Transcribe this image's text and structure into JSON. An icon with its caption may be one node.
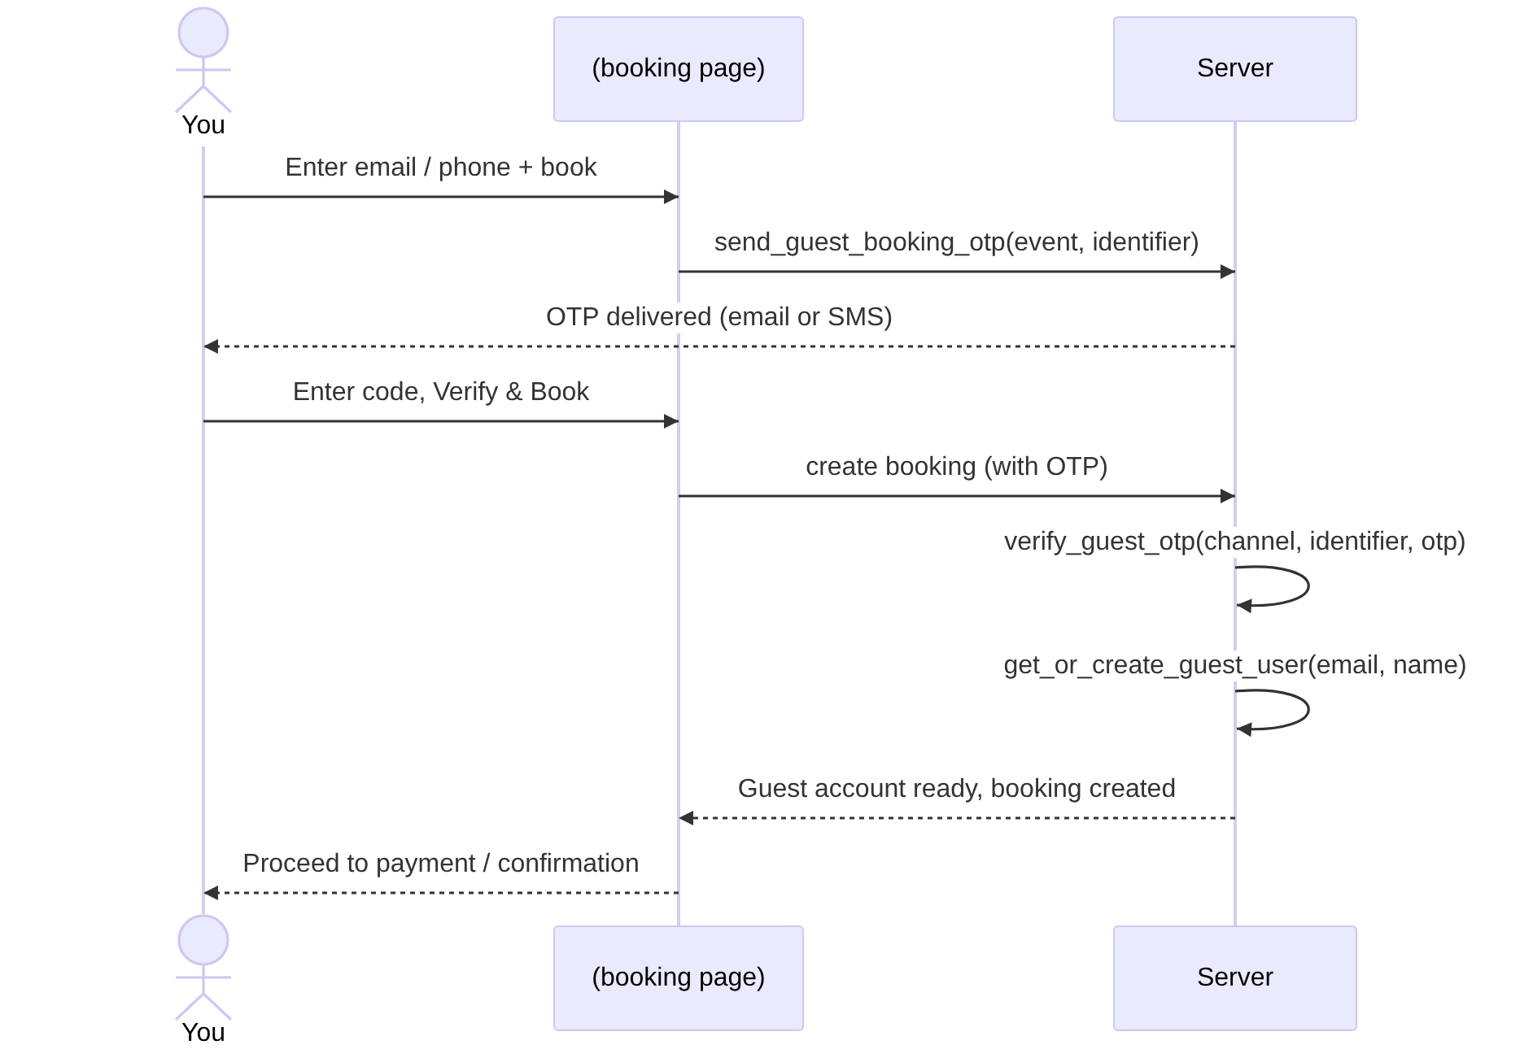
{
  "diagram": {
    "nodes": [
      {
        "text": [
          "You"
        ]
      },
      {
        "text": [
          "(booking page)"
        ]
      },
      {
        "text": [
          "Server"
        ]
      },
      {
        "text": [],
        "shape": "line"
      },
      {
        "text": [],
        "shape": "line"
      },
      {
        "text": [],
        "shape": "line"
      },
      {
        "text": [
          "You"
        ]
      },
      {
        "text": [
          "(booking page)"
        ]
      },
      {
        "text": [
          "Server"
        ]
      }
    ],
    "edges": [
      {
        "from": 3,
        "to": 4,
        "arrow": "to",
        "label": "Enter email / phone + book"
      },
      {
        "from": 4,
        "to": 5,
        "arrow": "to",
        "label": "send_guest_booking_otp(event, identifier)"
      },
      {
        "from": 5,
        "to": 3,
        "arrow": "to",
        "label": "OTP delivered (email or SMS)",
        "style": "dashed"
      },
      {
        "from": 3,
        "to": 4,
        "arrow": "to",
        "label": "Enter code, Verify & Book"
      },
      {
        "from": 4,
        "to": 5,
        "arrow": "to",
        "label": "create booking (with OTP)"
      },
      {
        "from": 5,
        "to": 5,
        "arrow": "to",
        "label": "verify_guest_otp(channel, identifier, otp)"
      },
      {
        "from": 5,
        "to": 5,
        "arrow": "to",
        "label": "get_or_create_guest_user(email, name)"
      },
      {
        "from": 5,
        "to": 4,
        "arrow": "to",
        "label": "Guest account ready, booking created",
        "style": "dashed"
      },
      {
        "from": 4,
        "to": 3,
        "arrow": "to",
        "label": "Proceed to payment / confirmation",
        "style": "dashed"
      }
    ]
  }
}
